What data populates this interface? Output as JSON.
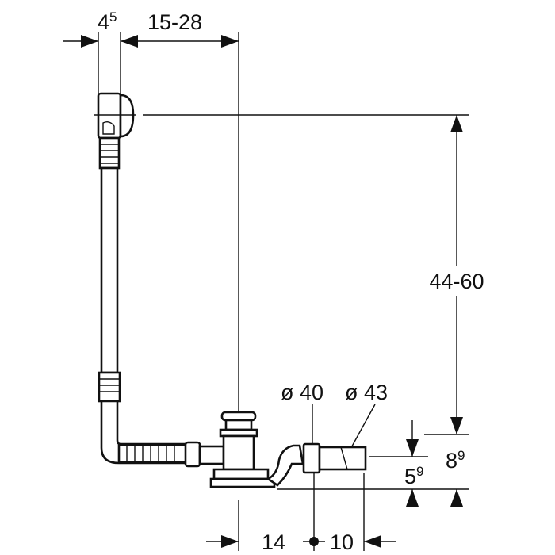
{
  "drawing": {
    "title": "Bathtub drain and overflow set dimension drawing",
    "dimensions": {
      "overflow_thickness": {
        "base": "4",
        "sup": "5"
      },
      "overflow_offset": "15-28",
      "height_range": "44-60",
      "diameter_40": "ø 40",
      "diameter_43": "ø 43",
      "depth_small": {
        "base": "5",
        "sup": "9"
      },
      "depth_large": {
        "base": "8",
        "sup": "9"
      },
      "bottom_left": "14",
      "bottom_right": "10"
    },
    "colors": {
      "line": "#111111",
      "background": "#ffffff"
    }
  }
}
